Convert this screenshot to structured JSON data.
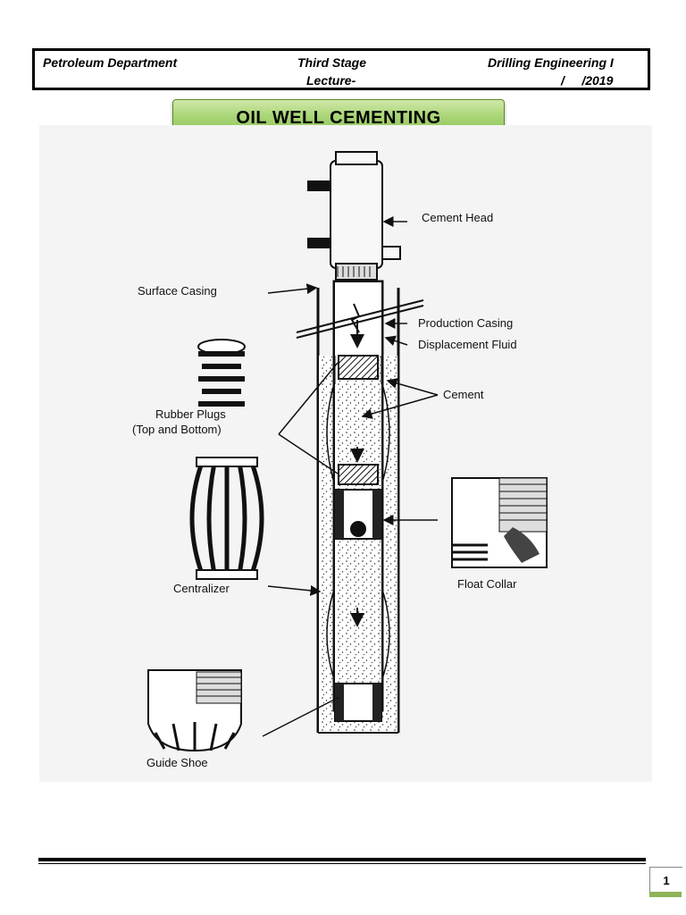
{
  "header": {
    "department": "Petroleum Department",
    "stage": "Third Stage",
    "course": "Drilling Engineering I",
    "lecture": "Lecture-",
    "date": "/     /2019"
  },
  "title": "OIL WELL CEMENTING",
  "diagram": {
    "labels": {
      "cement_head": "Cement Head",
      "surface_casing": "Surface Casing",
      "production_casing": "Production Casing",
      "displacement_fluid": "Displacement Fluid",
      "cement": "Cement",
      "rubber_plugs_line1": "Rubber Plugs",
      "rubber_plugs_line2": "(Top and Bottom)",
      "centralizer": "Centralizer",
      "float_collar": "Float Collar",
      "guide_shoe": "Guide Shoe"
    }
  },
  "footer": {
    "page_number": "1"
  },
  "colors": {
    "title_green": "#a9d576",
    "page_bar_green": "#8db357"
  }
}
